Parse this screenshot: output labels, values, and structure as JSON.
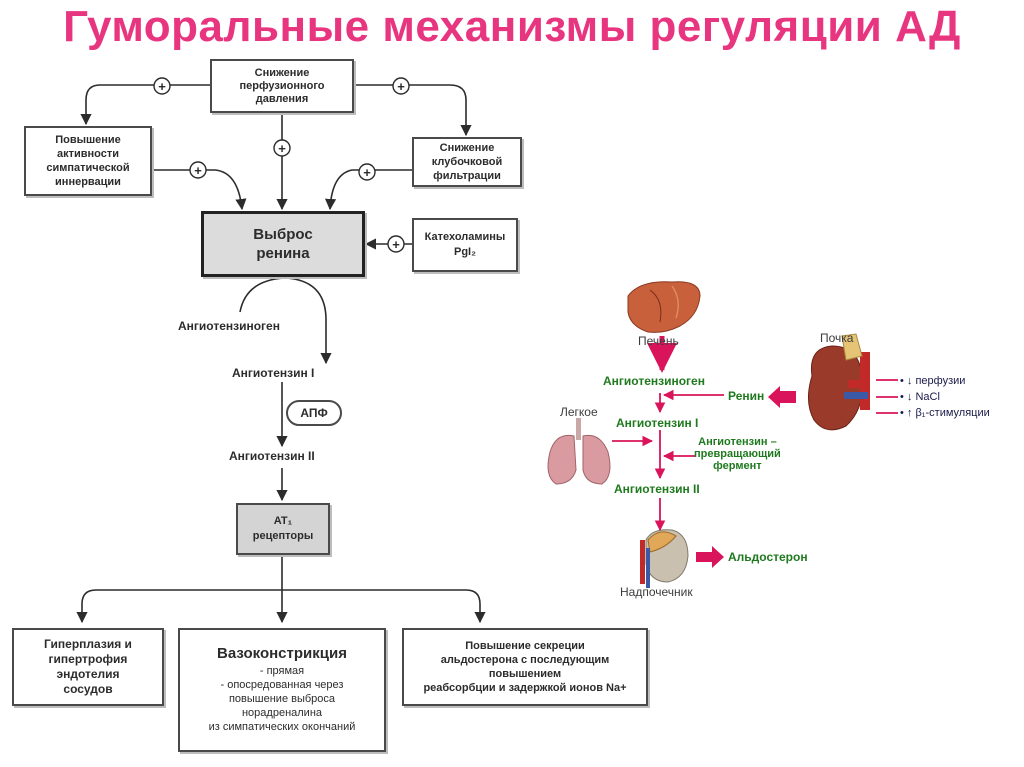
{
  "title": "Гуморальные механизмы регуляции АД",
  "left_diagram": {
    "perfusion_drop": [
      "Снижение",
      "перфузионного",
      "давления"
    ],
    "sympathetic": [
      "Повышение",
      "активности",
      "симпатической",
      "иннервации"
    ],
    "glomerular": [
      "Снижение",
      "клубочковой",
      "фильтрации"
    ],
    "renin_release": [
      "Выброс",
      "ренина"
    ],
    "catecholamines": [
      "Катехоламины",
      "PgI₂"
    ],
    "plus_sign": "+",
    "angiotensinogen": "Ангиотензиноген",
    "angiotensin1": "Ангиотензин I",
    "ace": "АПФ",
    "angiotensin2": "Ангиотензин II",
    "at1_receptors": [
      "AT₁",
      "рецепторы"
    ],
    "effects": {
      "hyperplasia": [
        "Гиперплазия и",
        "гипертрофия",
        "эндотелия",
        "сосудов"
      ],
      "vasoconstriction_title": "Вазоконстрикция",
      "vasoconstriction_lines": [
        "- прямая",
        "- опосредованная через",
        "повышение выброса",
        "норадреналина",
        "из симпатических окончаний"
      ],
      "aldosterone": [
        "Повышение секреции",
        "альдостерона с последующим",
        "повышением",
        "реабсорбции и задержкой ионов Na+"
      ]
    }
  },
  "right_diagram": {
    "liver": "Печень",
    "kidney": "Почка",
    "lung": "Легкое",
    "adrenal": "Надпочечник",
    "angiotensinogen": "Ангиотензиноген",
    "renin": "Ренин",
    "angiotensin1": "Ангиотензин I",
    "ace": [
      "Ангиотензин –",
      "превращающий",
      "фермент"
    ],
    "angiotensin2": "Ангиотензин II",
    "aldosterone": "Альдостерон",
    "stimuli": [
      "• ↓ перфузии",
      "• ↓ NaCl",
      "• ↑ β₁-стимуляции"
    ],
    "colors": {
      "arrow": "#d9145a",
      "green_text": "#1f7a1f",
      "title": "#e8357f"
    }
  }
}
